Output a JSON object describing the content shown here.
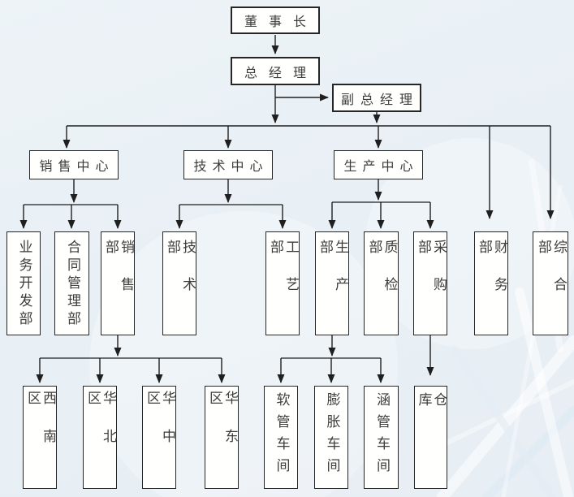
{
  "nodes": {
    "chairman": "董事长",
    "general_manager": "总经理",
    "deputy_general_manager": "副总经理",
    "sales_center": "销售中心",
    "tech_center": "技术中心",
    "production_center": "生产中心",
    "biz_dev_dept": "业务开发部",
    "contract_mgmt_dept": "合同管理部",
    "sales_dept": "销售部",
    "tech_dept": "技术部",
    "process_dept": "工艺部",
    "production_dept": "生产部",
    "qc_dept": "质检部",
    "purchasing_dept": "采购部",
    "finance_dept": "财务部",
    "general_affairs_dept": "综合部",
    "southwest_region": "西南区",
    "north_region": "华北区",
    "central_region": "华中区",
    "east_region": "华东区",
    "hose_workshop": "软管车间",
    "expansion_workshop": "膨胀车间",
    "culvert_workshop": "涵管车间",
    "warehouse": "仓库"
  },
  "colors": {
    "background": "#e9f0f5",
    "box_fill": "#fffffe",
    "box_border": "#262626",
    "connector": "#1f1f1f",
    "text": "#3d3d3d"
  }
}
